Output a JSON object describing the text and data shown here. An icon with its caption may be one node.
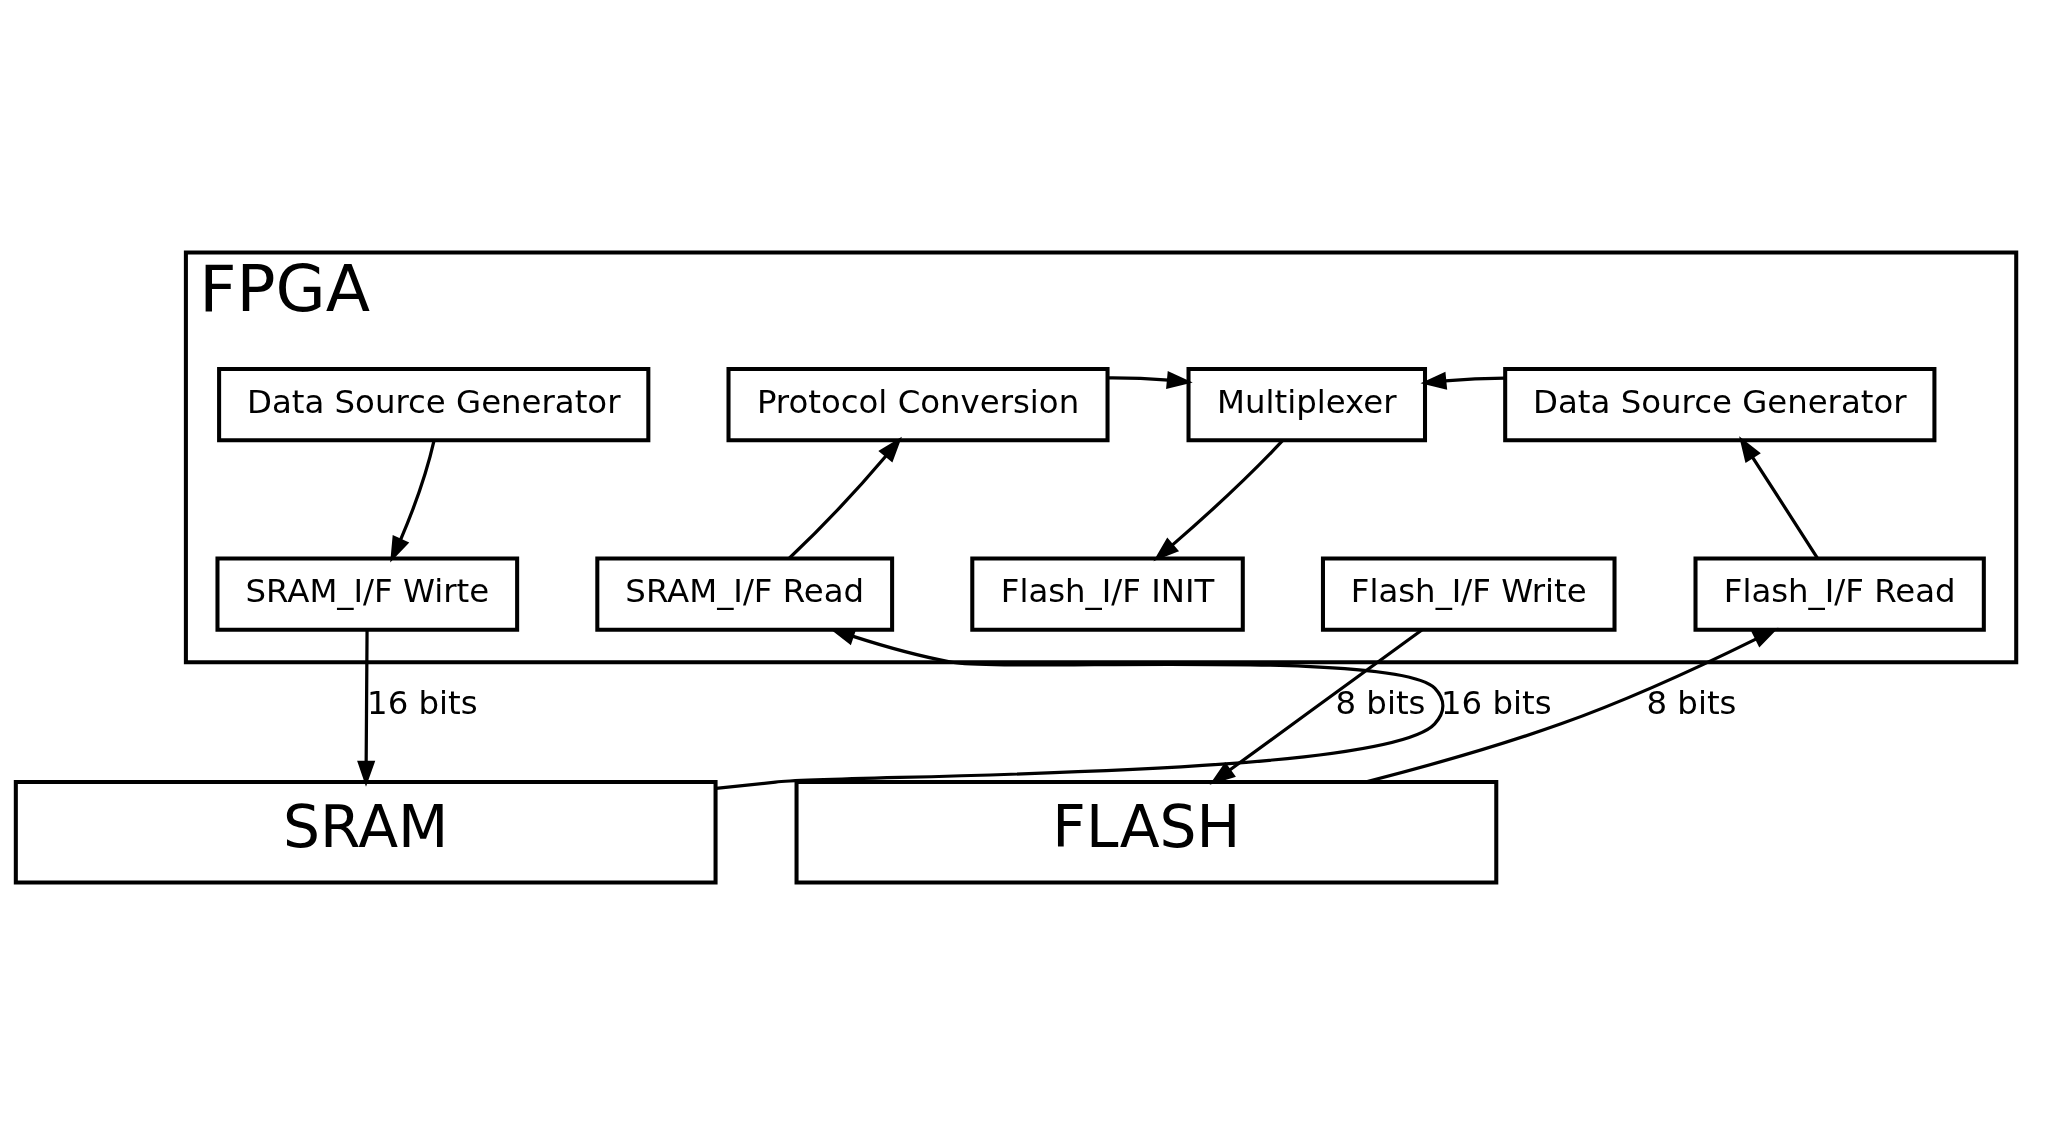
{
  "diagram": {
    "nodes": [
      {
        "text": [
          "FPGA"
        ]
      },
      {
        "text": [
          "Data Source Generator"
        ],
        "in": 0
      },
      {
        "text": [
          "Protocol Conversion"
        ],
        "in": 0
      },
      {
        "text": [
          "Multiplexer"
        ],
        "in": 0
      },
      {
        "text": [
          "Data Source Generator"
        ],
        "in": 0
      },
      {
        "text": [
          "SRAM_I/F Wirte"
        ],
        "in": 0
      },
      {
        "text": [
          "SRAM_I/F Read"
        ],
        "in": 0
      },
      {
        "text": [
          "Flash_I/F INIT"
        ],
        "in": 0
      },
      {
        "text": [
          "Flash_I/F Write"
        ],
        "in": 0
      },
      {
        "text": [
          "Flash_I/F Read"
        ],
        "in": 0
      },
      {
        "text": [
          "SRAM"
        ]
      },
      {
        "text": [
          "FLASH"
        ]
      }
    ],
    "edges": [
      {
        "from": 1,
        "to": 5,
        "arrow": "to"
      },
      {
        "from": 6,
        "to": 2,
        "arrow": "to"
      },
      {
        "from": 2,
        "to": 3,
        "arrow": "to"
      },
      {
        "from": 4,
        "to": 3,
        "arrow": "to"
      },
      {
        "from": 3,
        "to": 7,
        "arrow": "to"
      },
      {
        "from": 9,
        "to": 4,
        "arrow": "to"
      },
      {
        "from": 5,
        "to": 10,
        "arrow": "to",
        "label": "16 bits"
      },
      {
        "from": 10,
        "to": 6,
        "arrow": "to",
        "label": "16 bits"
      },
      {
        "from": 8,
        "to": 11,
        "arrow": "to",
        "label": "8 bits"
      },
      {
        "from": 11,
        "to": 9,
        "arrow": "to",
        "label": "8 bits"
      }
    ]
  }
}
